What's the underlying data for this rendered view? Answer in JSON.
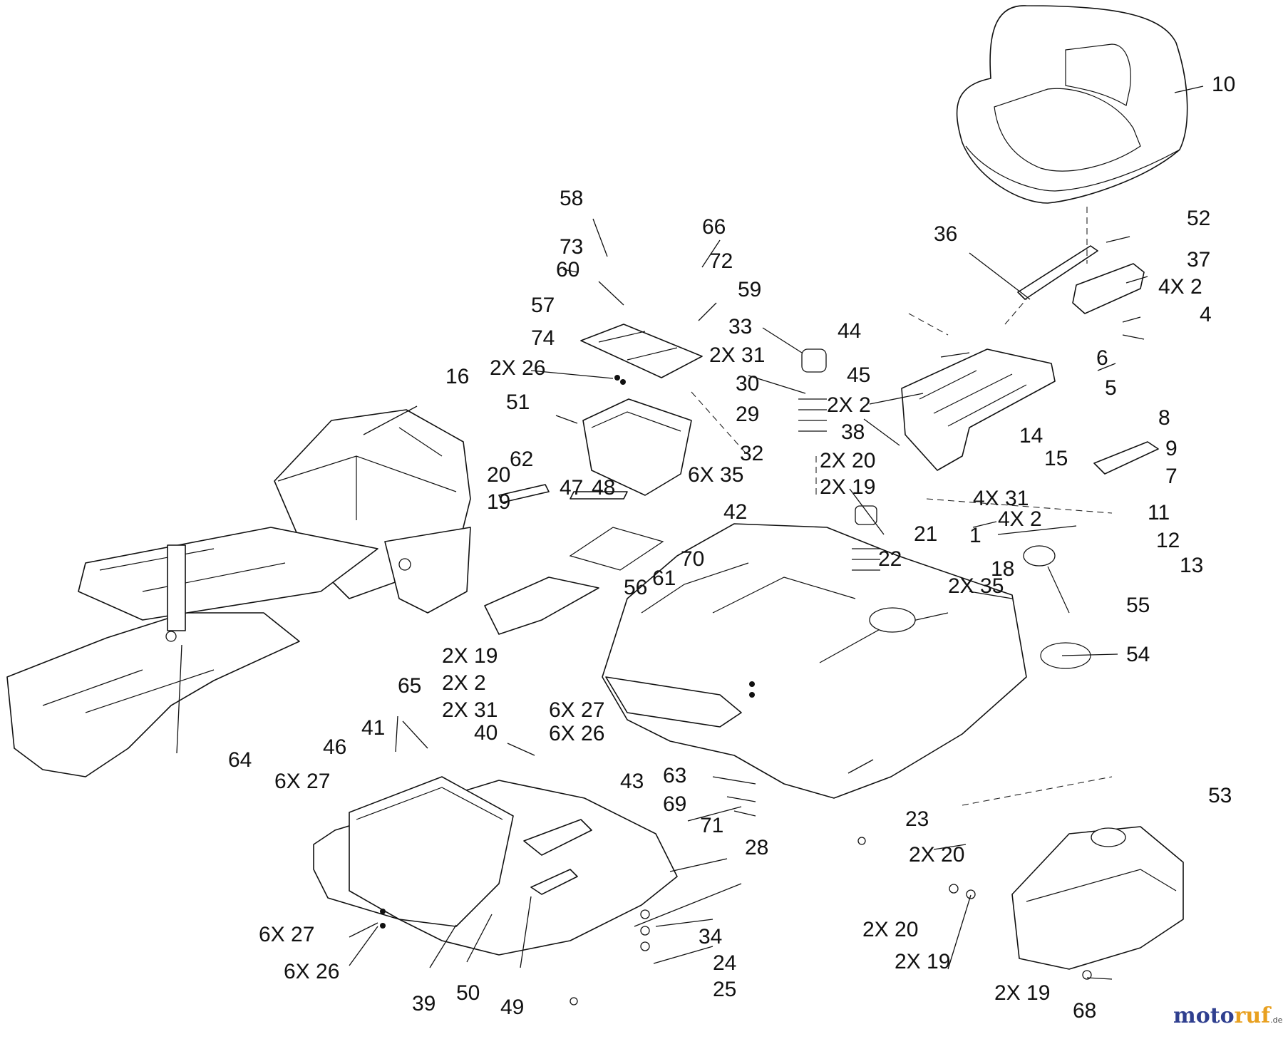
{
  "diagram": {
    "callouts": [
      "10",
      "52",
      "37",
      "4X 2",
      "4",
      "36",
      "58",
      "66",
      "73",
      "72",
      "60",
      "59",
      "57",
      "33",
      "74",
      "2X 31",
      "2X 26",
      "30",
      "44",
      "6",
      "5",
      "16",
      "51",
      "29",
      "45",
      "2X 2",
      "14",
      "38",
      "15",
      "8",
      "9",
      "2X 20",
      "7",
      "2X 19",
      "32",
      "62",
      "20",
      "19",
      "6X 35",
      "4X 31",
      "47",
      "48",
      "4X 2",
      "11",
      "42",
      "1",
      "21",
      "12",
      "22",
      "70",
      "61",
      "18",
      "13",
      "2X 35",
      "56",
      "55",
      "54",
      "2X 19",
      "65",
      "2X 2",
      "2X 31",
      "6X 27",
      "6X 26",
      "64",
      "41",
      "40",
      "46",
      "6X 27",
      "43",
      "63",
      "69",
      "71",
      "53",
      "23",
      "2X 20",
      "28",
      "2X 20",
      "6X 27",
      "34",
      "24",
      "2X 19",
      "6X 26",
      "25",
      "39",
      "50",
      "49",
      "2X 19",
      "68"
    ],
    "watermark": {
      "brand": "motoruf",
      "suffix": ".de",
      "colors": {
        "moto": "#2f3f8f",
        "ruf": "#e8a020"
      }
    }
  }
}
